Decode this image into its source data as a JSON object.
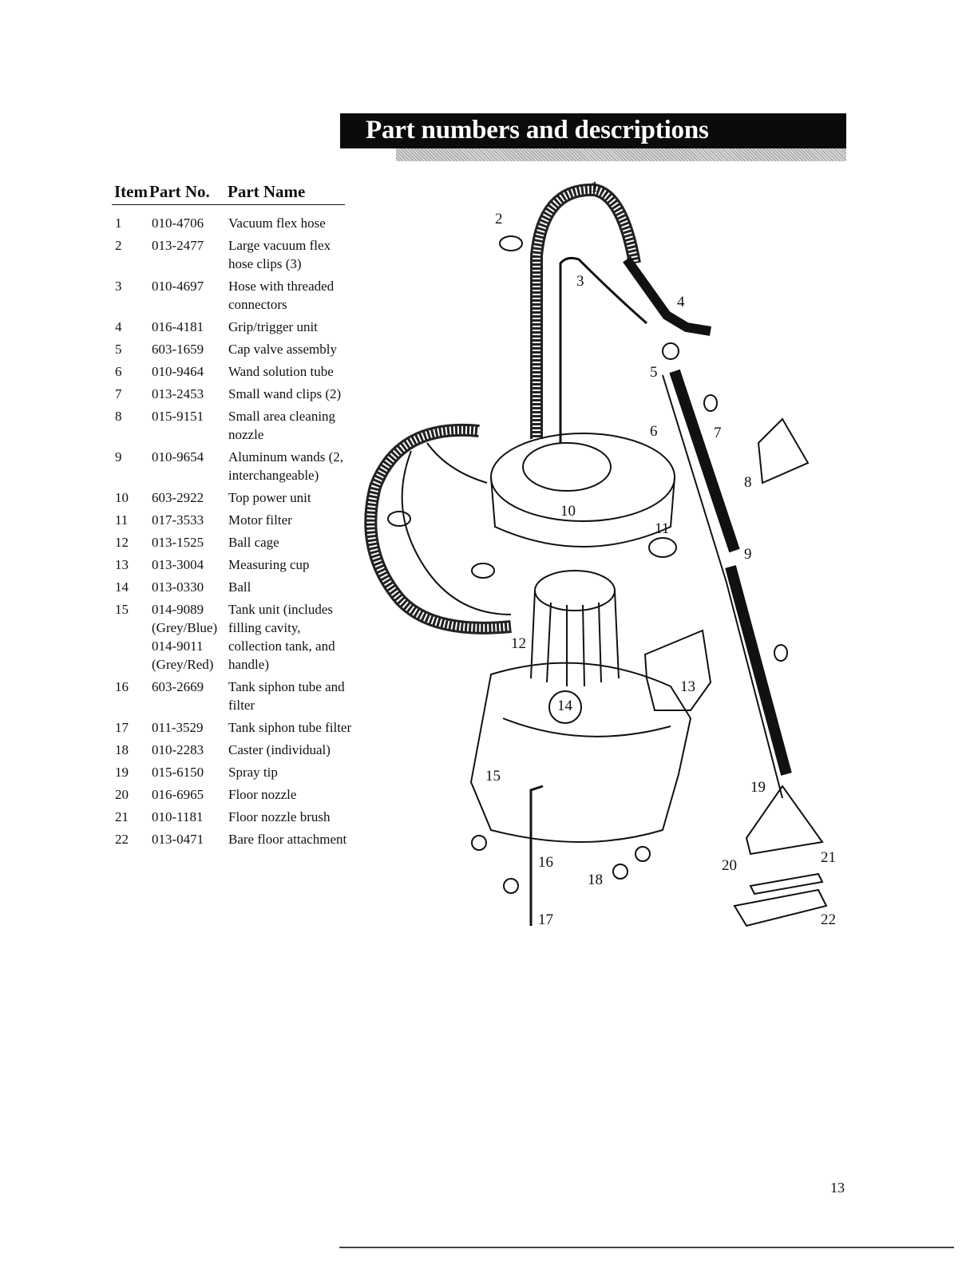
{
  "banner": {
    "title": "Part numbers and descriptions"
  },
  "table": {
    "headers": {
      "item": "Item",
      "part_no": "Part No.",
      "part_name": "Part Name"
    },
    "rows": [
      {
        "item": "1",
        "part_no": "010-4706",
        "name": "Vacuum flex hose"
      },
      {
        "item": "2",
        "part_no": "013-2477",
        "name": "Large vacuum flex hose clips (3)"
      },
      {
        "item": "3",
        "part_no": "010-4697",
        "name": "Hose with threaded connectors"
      },
      {
        "item": "4",
        "part_no": "016-4181",
        "name": "Grip/trigger unit"
      },
      {
        "item": "5",
        "part_no": "603-1659",
        "name": "Cap valve assembly"
      },
      {
        "item": "6",
        "part_no": "010-9464",
        "name": "Wand solution tube"
      },
      {
        "item": "7",
        "part_no": "013-2453",
        "name": "Small wand clips (2)"
      },
      {
        "item": "8",
        "part_no": "015-9151",
        "name": "Small area cleaning nozzle"
      },
      {
        "item": "9",
        "part_no": "010-9654",
        "name": "Aluminum wands (2, interchangeable)"
      },
      {
        "item": "10",
        "part_no": "603-2922",
        "name": "Top power unit"
      },
      {
        "item": "11",
        "part_no": "017-3533",
        "name": "Motor filter"
      },
      {
        "item": "12",
        "part_no": "013-1525",
        "name": "Ball cage"
      },
      {
        "item": "13",
        "part_no": "013-3004",
        "name": "Measuring cup"
      },
      {
        "item": "14",
        "part_no": "013-0330",
        "name": "Ball"
      },
      {
        "item": "15",
        "part_no": "014-9089 (Grey/Blue) 014-9011 (Grey/Red)",
        "name": "Tank unit (includes filling cavity, collection tank, and handle)"
      },
      {
        "item": "16",
        "part_no": "603-2669",
        "name": "Tank siphon tube and filter"
      },
      {
        "item": "17",
        "part_no": "011-3529",
        "name": "Tank siphon tube filter"
      },
      {
        "item": "18",
        "part_no": "010-2283",
        "name": "Caster (individual)"
      },
      {
        "item": "19",
        "part_no": "015-6150",
        "name": "Spray tip"
      },
      {
        "item": "20",
        "part_no": "016-6965",
        "name": "Floor nozzle"
      },
      {
        "item": "21",
        "part_no": "010-1181",
        "name": "Floor nozzle brush"
      },
      {
        "item": "22",
        "part_no": "013-0471",
        "name": "Bare floor attachment"
      }
    ]
  },
  "diagram": {
    "callouts": [
      "1",
      "2",
      "3",
      "4",
      "5",
      "6",
      "7",
      "8",
      "9",
      "10",
      "11",
      "12",
      "13",
      "14",
      "15",
      "16",
      "17",
      "18",
      "19",
      "20",
      "21",
      "22"
    ]
  },
  "page": {
    "number": "13"
  }
}
